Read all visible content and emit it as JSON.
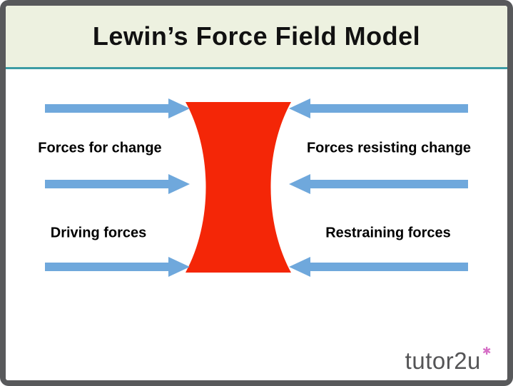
{
  "slide": {
    "title": "Lewin’s Force Field Model"
  },
  "diagram": {
    "forces_for_change": "Forces for change",
    "forces_resisting_change": "Forces resisting change",
    "driving_forces": "Driving forces",
    "restraining_forces": "Restraining forces"
  },
  "logo": {
    "text": "tutor2u",
    "icon": "flower-icon",
    "icon_glyph": "✱"
  },
  "colors": {
    "frame": "#58595b",
    "header_bg": "#edf1e0",
    "divider": "#3d9ca4",
    "arrow": "#6fa8dc",
    "barrier": "#f42607",
    "logo_text": "#545456",
    "flower": "#d66fc6"
  }
}
